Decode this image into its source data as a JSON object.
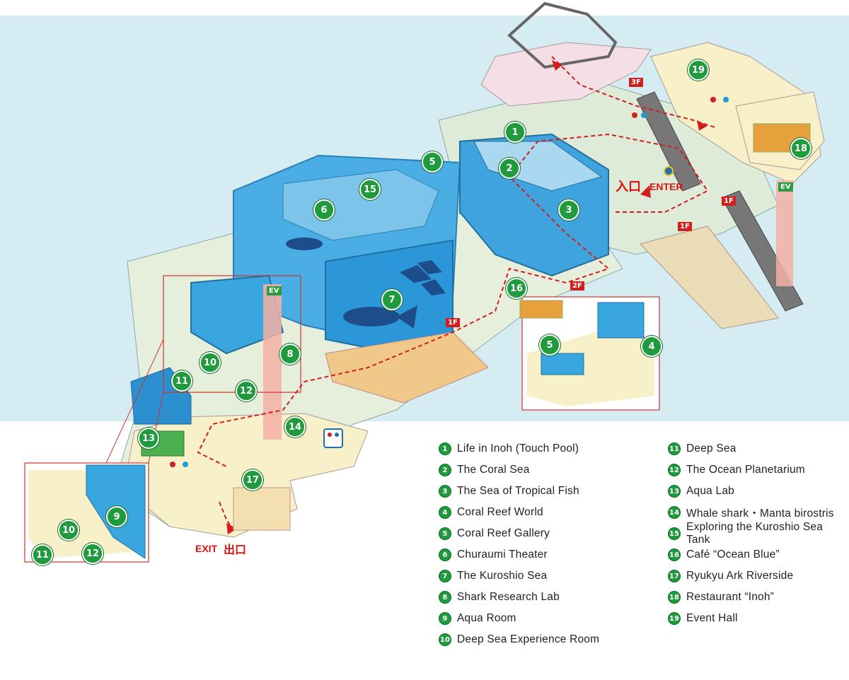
{
  "colors": {
    "water": "#d6ecf3",
    "floor": "#f8f0c8",
    "tank": "#3aa6e0",
    "accent": "#d41e1e",
    "badge": "#1f9a3c"
  },
  "map_labels": {
    "enter_jp": "入口",
    "enter": "ENTER",
    "exit": "EXIT",
    "exit_jp": "出口",
    "floor_3f": "3F",
    "floor_2f": "2F",
    "floor_1f_a": "1F",
    "floor_1f_b": "1F",
    "floor_1f_c": "1F",
    "ev_a": "EV",
    "ev_b": "EV"
  },
  "map_numbers": [
    "1",
    "2",
    "3",
    "4",
    "5",
    "6",
    "7",
    "8",
    "9",
    "10",
    "11",
    "12",
    "13",
    "14",
    "15",
    "16",
    "17",
    "18",
    "19"
  ],
  "legend_left": [
    {
      "num": "1",
      "label": "Life in Inoh (Touch Pool)"
    },
    {
      "num": "2",
      "label": "The Coral Sea"
    },
    {
      "num": "3",
      "label": "The Sea of Tropical Fish"
    },
    {
      "num": "4",
      "label": "Coral Reef World"
    },
    {
      "num": "5",
      "label": "Coral Reef Gallery"
    },
    {
      "num": "6",
      "label": "Churaumi Theater"
    },
    {
      "num": "7",
      "label": "The Kuroshio Sea"
    },
    {
      "num": "8",
      "label": "Shark Research Lab"
    },
    {
      "num": "9",
      "label": "Aqua Room"
    },
    {
      "num": "10",
      "label": "Deep Sea Experience Room"
    }
  ],
  "legend_right": [
    {
      "num": "11",
      "label": "Deep Sea"
    },
    {
      "num": "12",
      "label": "The Ocean Planetarium"
    },
    {
      "num": "13",
      "label": "Aqua Lab"
    },
    {
      "num": "14",
      "label": "Whale shark・Manta birostris"
    },
    {
      "num": "15",
      "label": "Exploring the Kuroshio Sea Tank"
    },
    {
      "num": "16",
      "label": "Café “Ocean Blue”"
    },
    {
      "num": "17",
      "label": "Ryukyu Ark Riverside"
    },
    {
      "num": "18",
      "label": "Restaurant “Inoh”"
    },
    {
      "num": "19",
      "label": "Event Hall"
    }
  ]
}
